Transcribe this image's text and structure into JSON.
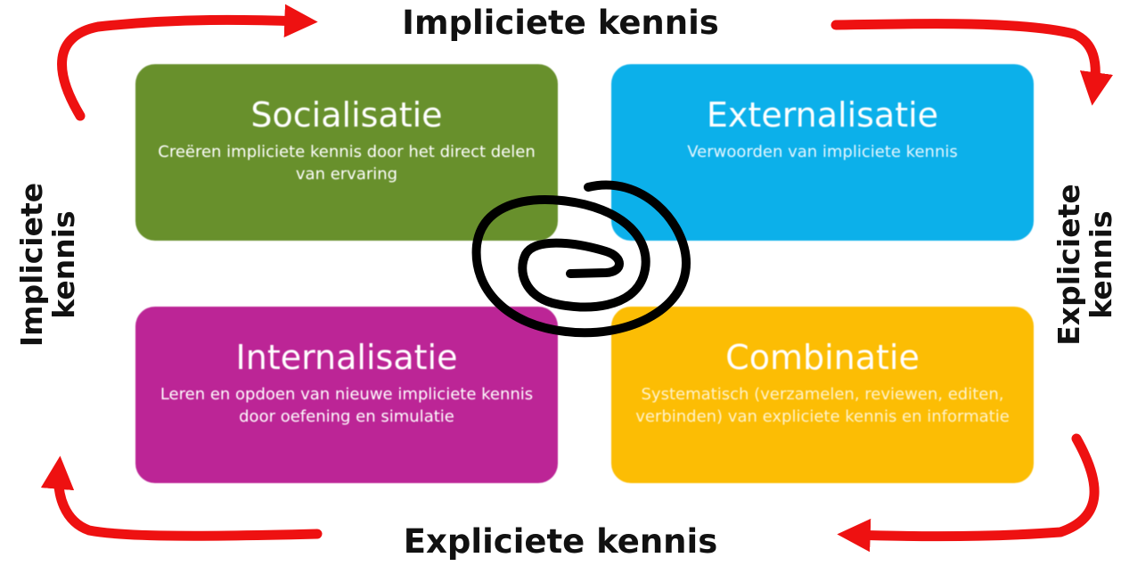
{
  "labels": {
    "top": "Impliciete kennis",
    "bottom": "Expliciete kennis",
    "left_line1": "Impliciete",
    "left_line2": "kennis",
    "right_line1": "Expliciete",
    "right_line2": "kennis"
  },
  "quadrants": {
    "socialisatie": {
      "title": "Socialisatie",
      "description": "Creëren impliciete kennis door het direct delen van ervaring",
      "color": "#68902c"
    },
    "externalisatie": {
      "title": "Externalisatie",
      "description": "Verwoorden van impliciete kennis",
      "color": "#0cb0ea"
    },
    "internalisatie": {
      "title": "Internalisatie",
      "description": "Leren en opdoen van nieuwe impliciete kennis door oefening en simulatie",
      "color": "#bc2596"
    },
    "combinatie": {
      "title": "Combinatie",
      "description": "Systematisch (verzamelen, reviewen, editen, verbinden) van expliciete kennis en informatie",
      "color": "#fcbd04"
    }
  },
  "colors": {
    "arrow": "#ee1111",
    "spiral": "#000000",
    "text": "#111111"
  },
  "icons": {
    "corner_arrows": "curved-arrow-icon",
    "center": "spiral-icon"
  }
}
